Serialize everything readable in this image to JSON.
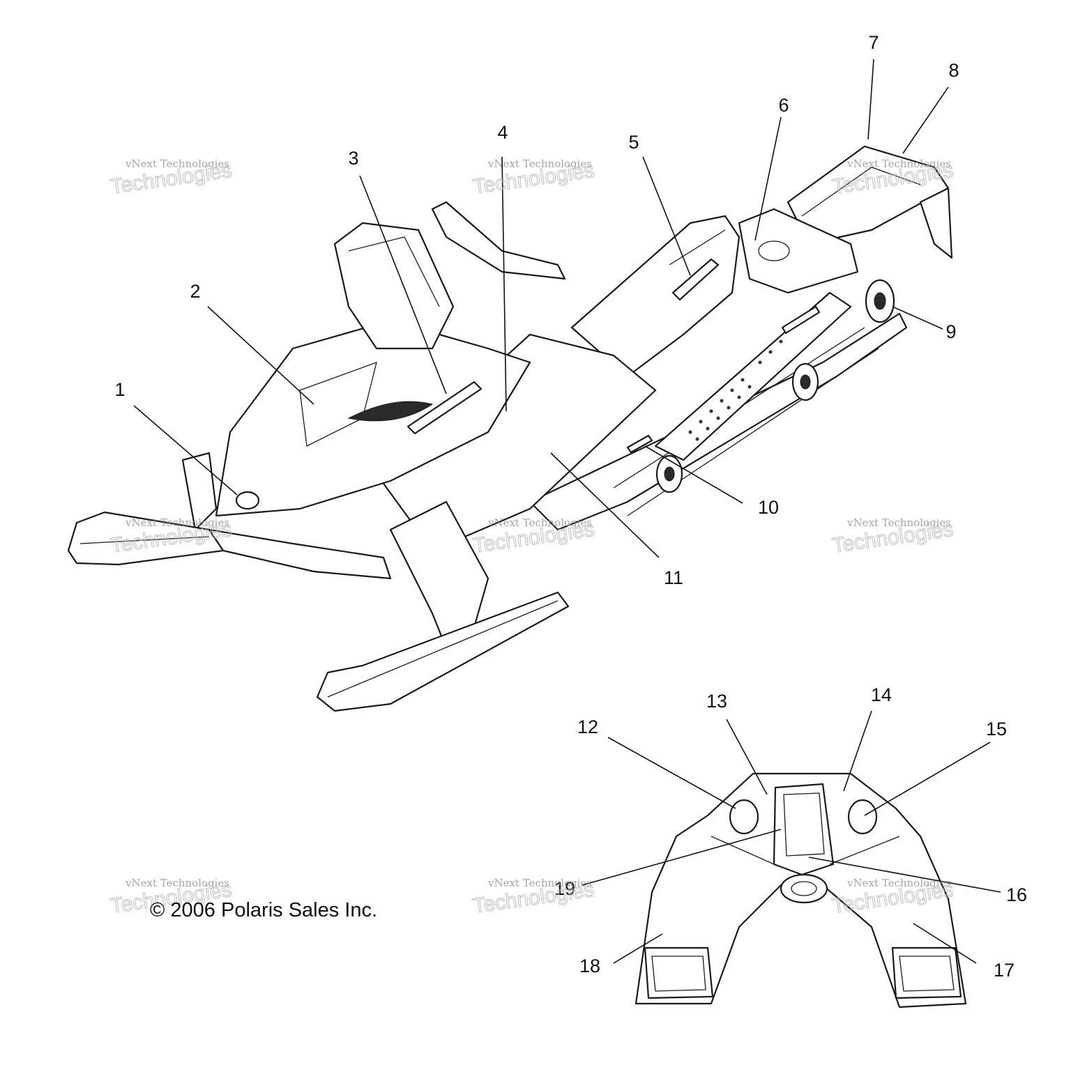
{
  "callouts": [
    {
      "id": "1",
      "label": "1"
    },
    {
      "id": "2",
      "label": "2"
    },
    {
      "id": "3",
      "label": "3"
    },
    {
      "id": "4",
      "label": "4"
    },
    {
      "id": "5",
      "label": "5"
    },
    {
      "id": "6",
      "label": "6"
    },
    {
      "id": "7",
      "label": "7"
    },
    {
      "id": "8",
      "label": "8"
    },
    {
      "id": "9",
      "label": "9"
    },
    {
      "id": "10",
      "label": "10"
    },
    {
      "id": "11",
      "label": "11"
    },
    {
      "id": "12",
      "label": "12"
    },
    {
      "id": "13",
      "label": "13"
    },
    {
      "id": "14",
      "label": "14"
    },
    {
      "id": "15",
      "label": "15"
    },
    {
      "id": "16",
      "label": "16"
    },
    {
      "id": "17",
      "label": "17"
    },
    {
      "id": "18",
      "label": "18"
    },
    {
      "id": "19",
      "label": "19"
    }
  ],
  "watermark": {
    "line1": "vNext Technologies",
    "line2": "Technologies",
    "line3": "vNext"
  },
  "copyright": "© 2006 Polaris Sales Inc."
}
